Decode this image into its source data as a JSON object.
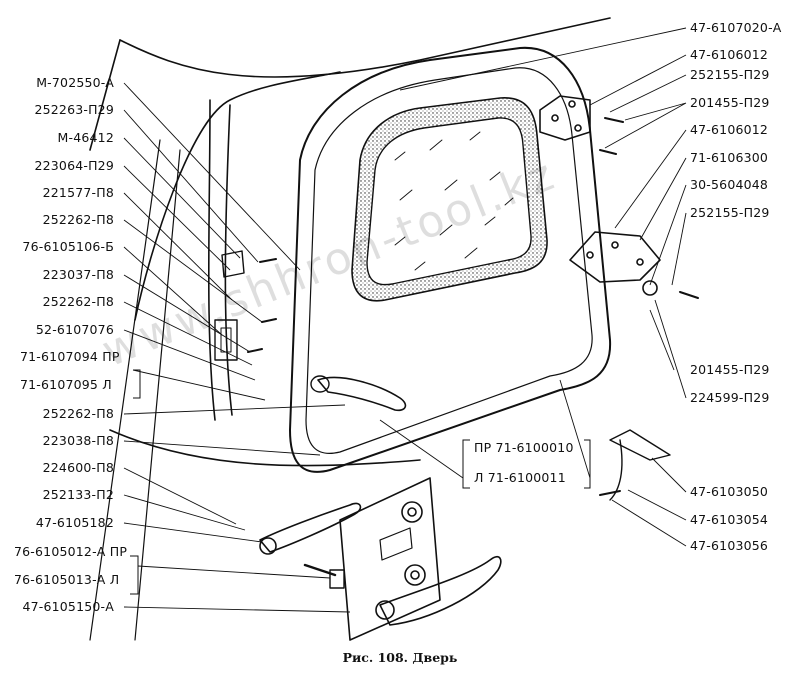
{
  "labels_left": [
    "M-702550-A",
    "252263-П29",
    "M-46412",
    "223064-П29",
    "221577-П8",
    "252262-П8",
    "76-6105106-Б",
    "223037-П8",
    "252262-П8",
    "52-6107076",
    "71-6107094 ПР",
    "71-6107095  Л",
    "252262-П8",
    "223038-П8",
    "224600-П8",
    "252133-П2",
    "47-6105182",
    "76-6105012-А ПР",
    "76-6105013-А  Л",
    "47-6105150-А"
  ],
  "labels_right": [
    "47-6107020-А",
    "47-6106012",
    "252155-П29",
    "201455-П29",
    "47-6106012",
    "71-6106300",
    "30-5604048",
    "252155-П29",
    "201455-П29",
    "224599-П29",
    "47-6103050",
    "47-6103054",
    "47-6103056"
  ],
  "labels_center": [
    "ПР  71-6100010",
    "Л    71-6100011"
  ],
  "watermark": "www.shhron-tool.kz",
  "caption": "Рис. 108. Дверь",
  "colors": {
    "ink": "#111111",
    "paper": "#ffffff"
  }
}
